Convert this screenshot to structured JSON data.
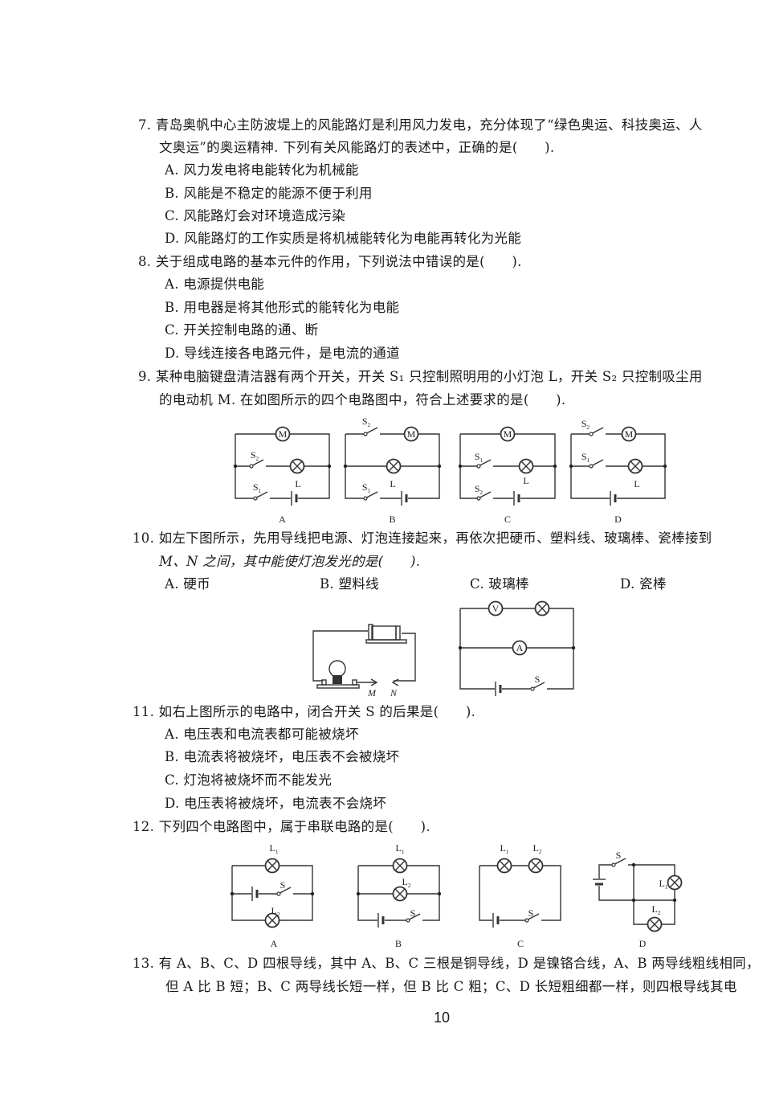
{
  "questions": {
    "q7": {
      "line1": "7. 青岛奥帆中心主防波堤上的风能路灯是利用风力发电，充分体现了“绿色奥运、科技奥运、人",
      "line2": "文奥运”的奥运精神. 下列有关风能路灯的表述中，正确的是(　　).",
      "options": [
        "A. 风力发电将电能转化为机械能",
        "B. 风能是不稳定的能源不便于利用",
        "C. 风能路灯会对环境造成污染",
        "D. 风能路灯的工作实质是将机械能转化为电能再转化为光能"
      ]
    },
    "q8": {
      "line1": "8. 关于组成电路的基本元件的作用，下列说法中错误的是(　　).",
      "options": [
        "A. 电源提供电能",
        "B. 用电器是将其他形式的能转化为电能",
        "C. 开关控制电路的通、断",
        "D. 导线连接各电路元件，是电流的通道"
      ]
    },
    "q9": {
      "line1": "9. 某种电脑键盘清洁器有两个开关，开关 S₁ 只控制照明用的小灯泡 L，开关 S₂ 只控制吸尘用",
      "line2": "的电动机 M. 在如图所示的四个电路图中，符合上述要求的是(　　).",
      "figure_labels": {
        "motor": "M",
        "lamp": "L",
        "s1": "S1",
        "s2": "S2",
        "A": "A",
        "B": "B",
        "C": "C",
        "D": "D"
      }
    },
    "q10": {
      "line1": "10. 如左下图所示，先用导线把电源、灯泡连接起来，再依次把硬币、塑料线、玻璃棒、瓷棒接到",
      "line2": "M、N 之间，其中能使灯泡发光的是(　　).",
      "options": [
        "A. 硬币",
        "B. 塑料线",
        "C. 玻璃棒",
        "D. 瓷棒"
      ],
      "figure_labels": {
        "M": "M",
        "N": "N",
        "V": "V",
        "A": "A",
        "S": "S"
      }
    },
    "q11": {
      "line1": "11. 如右上图所示的电路中，闭合开关 S 的后果是(　　).",
      "options": [
        "A. 电压表和电流表都可能被烧坏",
        "B. 电流表将被烧坏，电压表不会被烧坏",
        "C. 灯泡将被烧坏而不能发光",
        "D. 电压表将被烧坏，电流表不会烧坏"
      ]
    },
    "q12": {
      "line1": "12. 下列四个电路图中，属于串联电路的是(　　).",
      "figure_labels": {
        "L1": "L1",
        "L2": "L2",
        "S": "S",
        "A": "A",
        "B": "B",
        "C": "C",
        "D": "D"
      }
    },
    "q13": {
      "line1": "13. 有 A、B、C、D 四根导线，其中 A、B、C 三根是铜导线，D 是镍铬合线，A、B 两导线粗线相同，",
      "line2": "但 A 比 B 短；B、C 两导线长短一样，但 B 比 C 粗；C、D 长短粗细都一样，则四根导线其电"
    }
  },
  "page_number": "10"
}
